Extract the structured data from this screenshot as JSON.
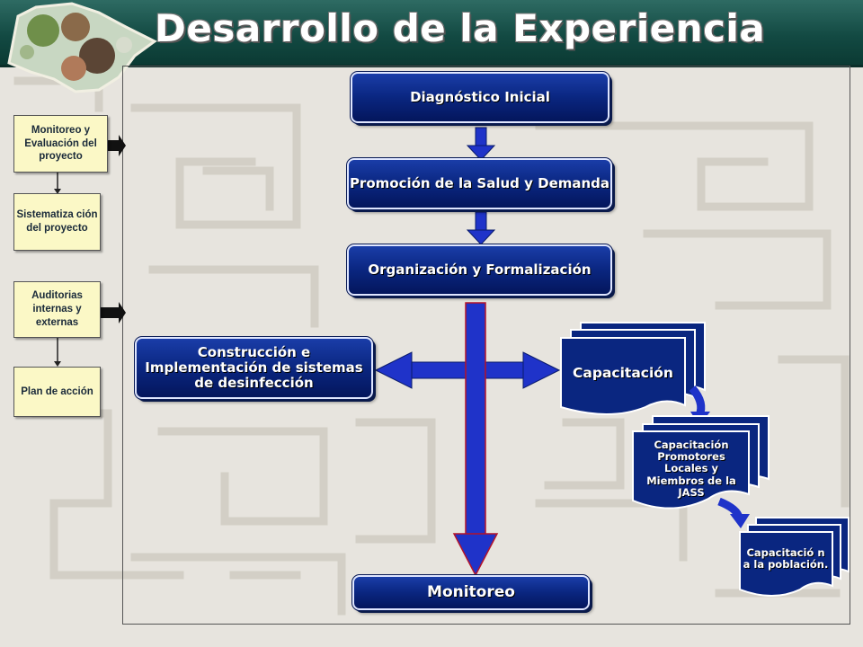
{
  "title": "Desarrollo de la Experiencia",
  "colors": {
    "header_bg": "#134a43",
    "box_blue": "#0a2680",
    "side_box_fill": "#fbf8c6",
    "arrow_blue": "#1f33c9",
    "arrow_red": "#b3132a"
  },
  "sidebar": {
    "items": [
      {
        "label": "Monitoreo y Evaluación del proyecto"
      },
      {
        "label": "Sistematiza ción del proyecto"
      },
      {
        "label": "Auditorias internas y externas"
      },
      {
        "label": "Plan de acción"
      }
    ]
  },
  "flow": {
    "diagnostico": "Diagnóstico Inicial",
    "promocion": "Promoción de la Salud y Demanda",
    "organizacion": "Organización y Formalización",
    "construccion": "Construcción e Implementación de sistemas de desinfección",
    "capacitacion": "Capacitación",
    "capacitacion_promotores": "Capacitación Promotores Locales y Miembros de la JASS",
    "capacitacion_poblacion": "Capacitació n a la población.",
    "monitoreo": "Monitoreo"
  }
}
